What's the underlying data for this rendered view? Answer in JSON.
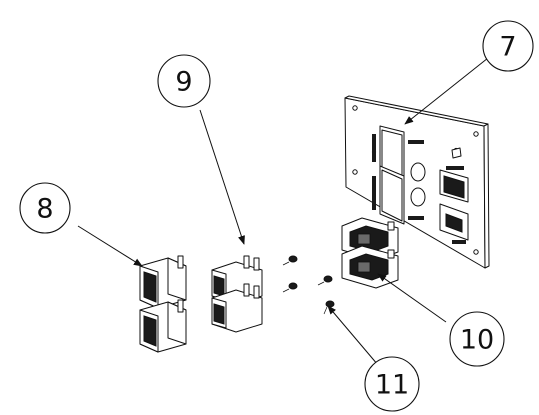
{
  "balloons": [
    {
      "id": "7",
      "label": "7"
    },
    {
      "id": "8",
      "label": "8"
    },
    {
      "id": "9",
      "label": "9"
    },
    {
      "id": "10",
      "label": "10"
    },
    {
      "id": "11",
      "label": "11"
    }
  ]
}
